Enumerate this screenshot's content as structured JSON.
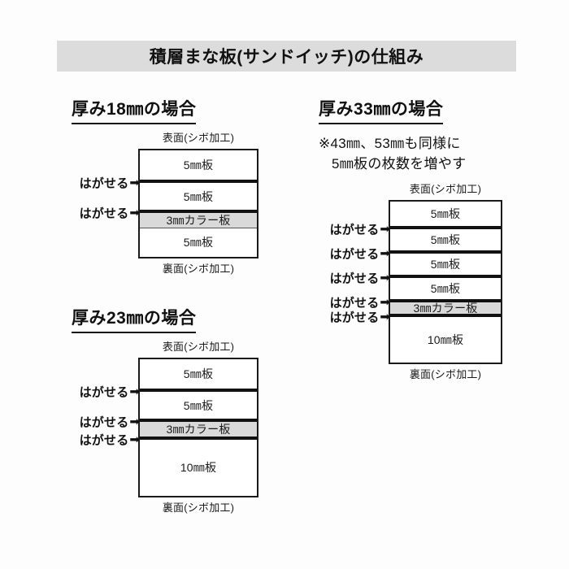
{
  "title": {
    "text": "積層まな板(サンドイッチ)の仕組み",
    "banner_color": "#dcdcdc"
  },
  "colors": {
    "colored_layer": "#d9d9d9",
    "plain_layer": "#ffffff",
    "line": "#1a1a1a",
    "background": "#fdfdfd"
  },
  "labels": {
    "front_face": "表面(シボ加工)",
    "back_face": "裏面(シボ加工)",
    "peelable": "はがせる",
    "peel_arrow_icon": "➡"
  },
  "sections": [
    {
      "id": "18",
      "heading": "厚み18㎜の場合",
      "top_label": "表面(シボ加工)",
      "bottom_label": "裏面(シボ加工)",
      "layers": [
        {
          "label": "5㎜板",
          "thickness_mm": 5,
          "colored": false,
          "peelable_above": false
        },
        {
          "label": "5㎜板",
          "thickness_mm": 5,
          "colored": false,
          "peelable_above": true
        },
        {
          "label": "3㎜カラー板",
          "thickness_mm": 3,
          "colored": true,
          "peelable_above": true
        },
        {
          "label": "5㎜板",
          "thickness_mm": 5,
          "colored": false,
          "peelable_above": false
        }
      ]
    },
    {
      "id": "23",
      "heading": "厚み23㎜の場合",
      "top_label": "表面(シボ加工)",
      "bottom_label": "裏面(シボ加工)",
      "layers": [
        {
          "label": "5㎜板",
          "thickness_mm": 5,
          "colored": false,
          "peelable_above": false
        },
        {
          "label": "5㎜板",
          "thickness_mm": 5,
          "colored": false,
          "peelable_above": true
        },
        {
          "label": "3㎜カラー板",
          "thickness_mm": 3,
          "colored": true,
          "peelable_above": true
        },
        {
          "label": "10㎜板",
          "thickness_mm": 10,
          "colored": false,
          "peelable_above": true
        }
      ]
    },
    {
      "id": "33",
      "heading": "厚み33㎜の場合",
      "note_line_1": "※43㎜、53㎜も同様に",
      "note_line_2": "5㎜板の枚数を増やす",
      "top_label": "表面(シボ加工)",
      "bottom_label": "裏面(シボ加工)",
      "layers": [
        {
          "label": "5㎜板",
          "thickness_mm": 5,
          "colored": false,
          "peelable_above": false
        },
        {
          "label": "5㎜板",
          "thickness_mm": 5,
          "colored": false,
          "peelable_above": true
        },
        {
          "label": "5㎜板",
          "thickness_mm": 5,
          "colored": false,
          "peelable_above": true
        },
        {
          "label": "5㎜板",
          "thickness_mm": 5,
          "colored": false,
          "peelable_above": true
        },
        {
          "label": "3㎜カラー板",
          "thickness_mm": 3,
          "colored": true,
          "peelable_above": true
        },
        {
          "label": "10㎜板",
          "thickness_mm": 10,
          "colored": false,
          "peelable_above": true
        }
      ]
    }
  ]
}
